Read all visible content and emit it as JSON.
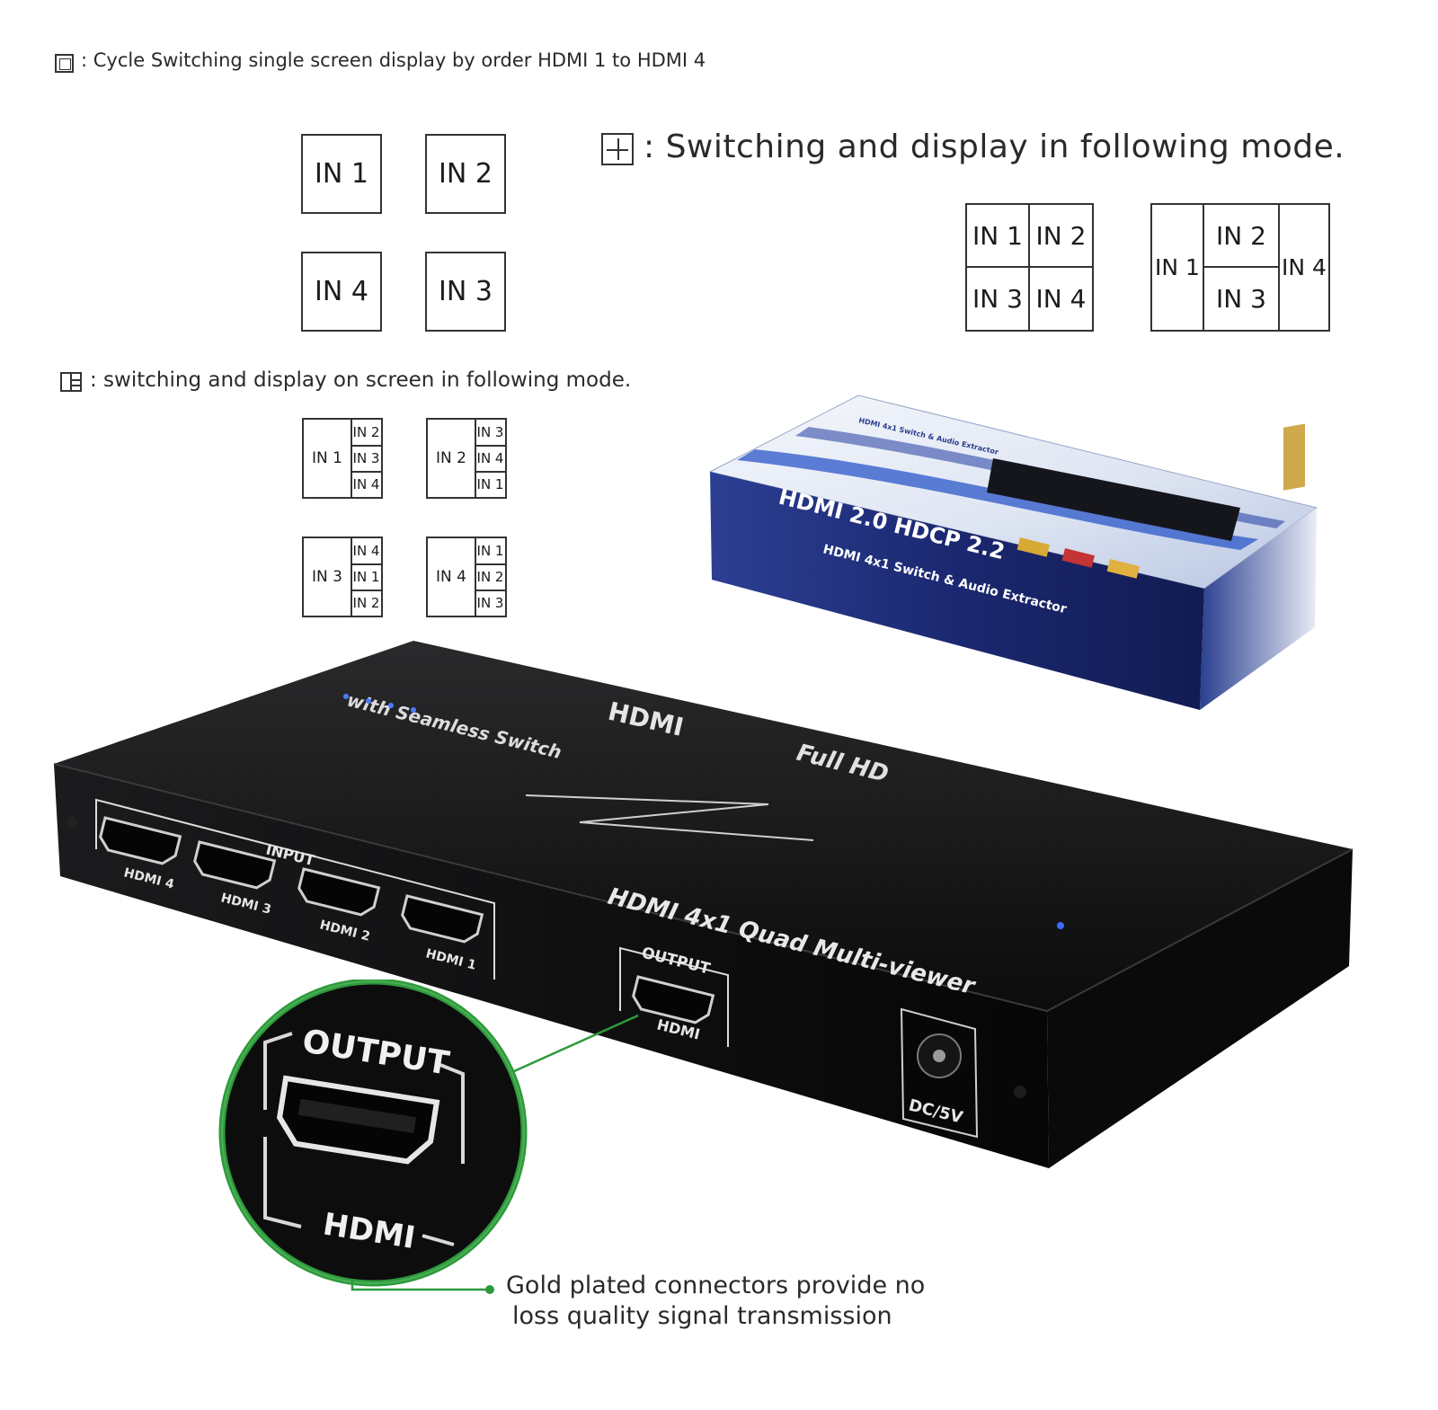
{
  "captions": {
    "cycle": ": Cycle Switching single screen display by order HDMI 1 to HDMI 4",
    "quad": ": Switching and display in following mode.",
    "pip": ": switching and display on screen in following mode.",
    "callout_line1": "Gold plated connectors provide no",
    "callout_line2": "loss quality signal transmission"
  },
  "inputs": {
    "in1": "IN 1",
    "in2": "IN 2",
    "in3": "IN 3",
    "in4": "IN 4",
    "in1_tight": "IN 1",
    "in2_tight": "IN 2",
    "in3_tight": "IN 3",
    "in4_tight": "IN 4"
  },
  "box": {
    "brand": "HDMI 2.0 HDCP 2.2",
    "product": "HDMI 4x1 Switch & Audio Extractor",
    "top_label": "HDMI 4x1 Switch & Audio Extractor"
  },
  "device": {
    "title": "HDMI 4x1 Quad Multi-viewer",
    "subtitle": "with Seamless Switch",
    "hdmi_logo": "HDMI",
    "fullhd": "Full HD",
    "input_label": "INPUT",
    "ports": [
      "HDMI 4",
      "HDMI 3",
      "HDMI 2",
      "HDMI 1"
    ],
    "output_label": "OUTPUT",
    "output_port": "HDMI",
    "power": "DC/5V"
  },
  "zoom": {
    "label_top": "OUTPUT",
    "label_bottom": "HDMI"
  },
  "colors": {
    "callout_green": "#2e9a3c",
    "device_black": "#111111",
    "box_blue": "#1f2f7a"
  }
}
